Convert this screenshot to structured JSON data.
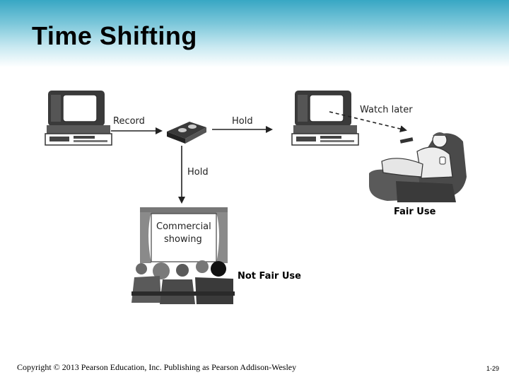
{
  "slide": {
    "title": "Time Shifting",
    "copyright": "Copyright © 2013 Pearson Education, Inc. Publishing as Pearson Addison-Wesley",
    "page_number": "1-29"
  },
  "diagram": {
    "record_label": "Record",
    "hold_label_right": "Hold",
    "hold_label_down": "Hold",
    "watch_later_label": "Watch later",
    "fair_use_label": "Fair Use",
    "screen_text_line1": "Commercial",
    "screen_text_line2": "showing",
    "not_fair_use_label": "Not Fair Use"
  }
}
